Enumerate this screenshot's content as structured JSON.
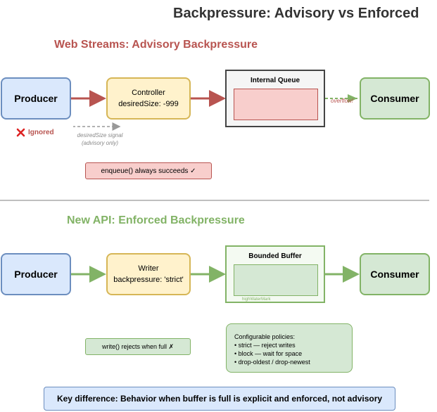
{
  "title": "Backpressure: Advisory vs Enforced",
  "colors": {
    "red_accent": "#b85450",
    "green_accent": "#82b366",
    "blue_border": "#6c8ebf",
    "yellow_border": "#d6b656"
  },
  "top_section": {
    "heading": "Web Streams: Advisory Backpressure",
    "producer": "Producer",
    "controller_line1": "Controller",
    "controller_line2": "desiredSize: -999",
    "queue_label": "Internal Queue",
    "consumer": "Consumer",
    "overflow_label": "overflow!",
    "ignored_icon": "x-mark-icon",
    "ignored_label": "Ignored",
    "signal_line1": "desiredSize signal",
    "signal_line2": "(advisory only)",
    "enqueue_note": "enqueue() always succeeds ✓"
  },
  "bottom_section": {
    "heading": "New API: Enforced Backpressure",
    "producer": "Producer",
    "writer_line1": "Writer",
    "writer_line2": "backpressure: 'strict'",
    "buffer_label": "Bounded Buffer",
    "hwm_label": "highWaterMark",
    "consumer": "Consumer",
    "write_note": "write() rejects when full ✗",
    "policies_title": "Configurable policies:",
    "policies": [
      "• strict — reject writes",
      "• block — wait for space",
      "• drop-oldest / drop-newest"
    ]
  },
  "key_difference": "Key difference: Behavior when buffer is full is explicit and enforced, not advisory"
}
